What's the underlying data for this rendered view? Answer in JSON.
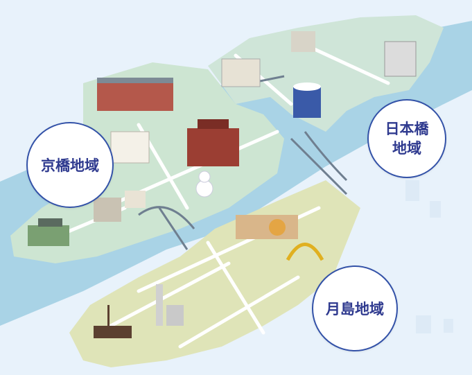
{
  "colors": {
    "sea": "#e8f2fb",
    "water": "#a9d3e6",
    "land_kyobashi": "#cde5d2",
    "land_nihonbashi": "#cfe5d8",
    "land_tsukishima": "#dfe4b8",
    "road": "#ffffff",
    "bubble_border": "#3352a8",
    "bubble_text": "#2f3a8f"
  },
  "districts": [
    {
      "label": "京橋地域"
    },
    {
      "label": "日本橋\n地域"
    },
    {
      "label": "月島地域"
    }
  ],
  "landmark_icons": [
    "tokyo-station-icon",
    "department-store-icon",
    "mitsukoshi-building-icon",
    "nihonbashi-bridge-icon",
    "rotunda-building-icon",
    "kabukiza-theatre-icon",
    "hotel-building-icon",
    "snowman-icon",
    "hamarikyu-garden-icon",
    "kachidoki-bridge-icon",
    "eitai-bridge-icon",
    "monjayaki-icon",
    "tsukuda-arch-icon",
    "sailing-ship-icon",
    "high-rise-towers-icon"
  ]
}
